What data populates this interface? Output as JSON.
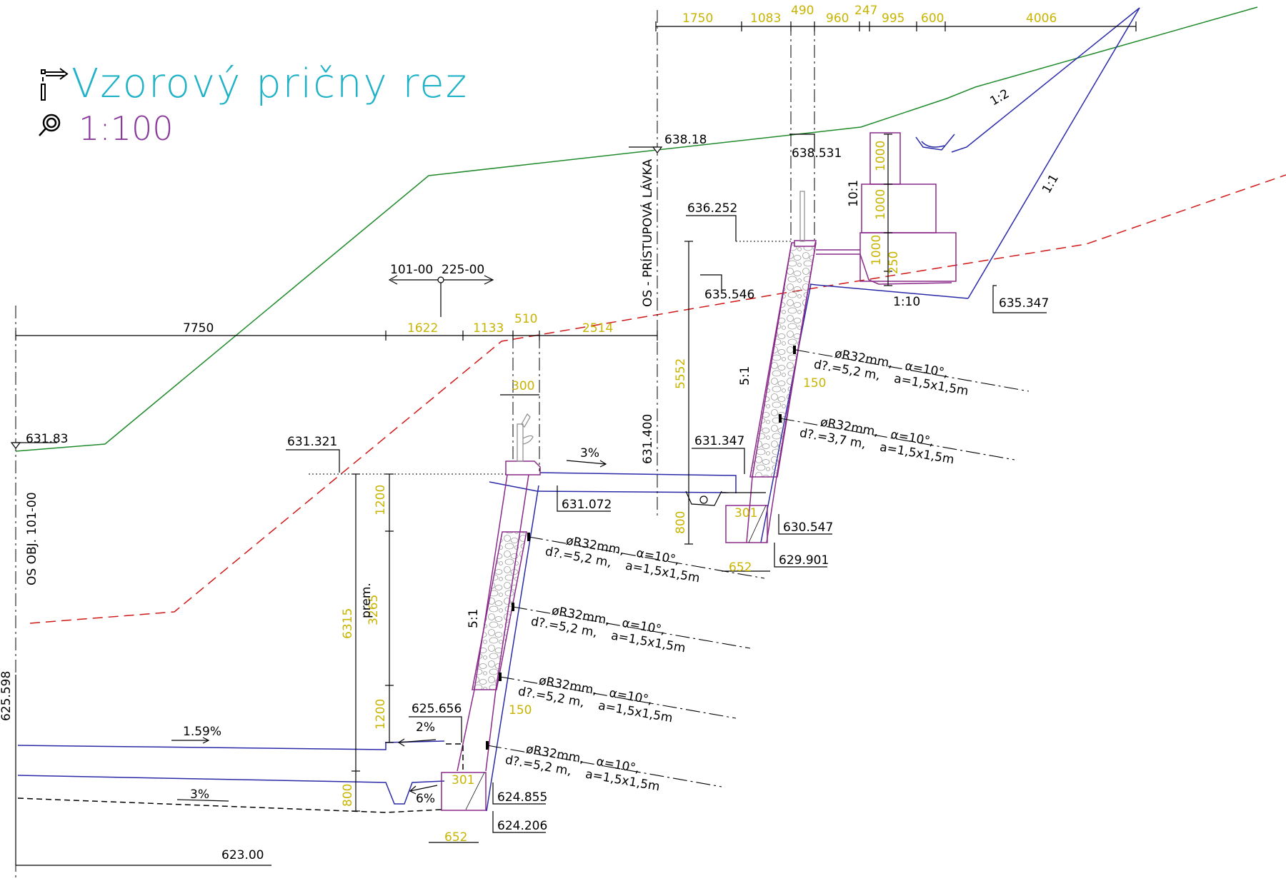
{
  "header": {
    "title": "Vzorový pričny rez",
    "scale": "1:100",
    "title_color": "#20b2c6",
    "scale_color": "#8a3a9a",
    "title_icon": "section-arrow-icon",
    "scale_icon": "magnifier-icon"
  },
  "colors": {
    "terrain_green": "#1f8a2a",
    "design_blue": "#2a2aa8",
    "structure_purple": "#8a2a8a",
    "rock_red": "#d01818",
    "dim_yellow": "#c8b400",
    "ink": "#000000"
  },
  "top_dims": [
    "1750",
    "1083",
    "490",
    "960",
    "247",
    "995",
    "600",
    "4006"
  ],
  "mid_dims": {
    "total": "7750",
    "parts": [
      "1622",
      "1133",
      "510",
      "2514"
    ],
    "small_300": "300"
  },
  "station_marker": {
    "left": "101-00",
    "right": "225-00"
  },
  "axis_labels": {
    "object_axis": "OS OBJ. 101-00",
    "walkway_axis": "OS - PRÍSTUPOVÁ LÁVKA"
  },
  "elevations": [
    "638.18",
    "638.531",
    "636.252",
    "635.546",
    "635.347",
    "631.83",
    "631.321",
    "631.347",
    "631.400",
    "631.072",
    "630.547",
    "629.901",
    "625.656",
    "625.598",
    "624.855",
    "624.206",
    "623.00"
  ],
  "vertical_dims": {
    "d5552": "5552",
    "d6315": "6315",
    "d1200a": "1200",
    "d3265": "3265",
    "prem": "prem.",
    "d1200b": "1200",
    "d800a": "800",
    "d800b": "800",
    "d1000a": "1000",
    "d1000b": "1000",
    "d1000c": "1000",
    "d250": "250"
  },
  "small_dims": {
    "d150a": "150",
    "d150b": "150",
    "d301a": "301",
    "d301b": "301",
    "d652a": "652",
    "d652b": "652"
  },
  "slopes": {
    "s1_2": "1:2",
    "s1_1": "1:1",
    "s10_1": "10:1",
    "s1_10": "1:10",
    "s5_1a": "5:1",
    "s5_1b": "5:1",
    "p3a": "3%",
    "p159": "1.59%",
    "p2": "2%",
    "p3b": "3%",
    "p6": "6%"
  },
  "anchors": [
    {
      "l1a": "øR32mm,",
      "l1b": "α=10°,",
      "l2a": "d?.=5,2  m,",
      "l2b": "a=1,5x1,5m"
    },
    {
      "l1a": "øR32mm,",
      "l1b": "α=10°,",
      "l2a": "d?.=3,7  m,",
      "l2b": "a=1,5x1,5m"
    },
    {
      "l1a": "øR32mm,",
      "l1b": "α=10°,",
      "l2a": "d?.=5,2  m,",
      "l2b": "a=1,5x1,5m"
    },
    {
      "l1a": "øR32mm,",
      "l1b": "α=10°,",
      "l2a": "d?.=5,2  m,",
      "l2b": "a=1,5x1,5m"
    },
    {
      "l1a": "øR32mm,",
      "l1b": "α=10°,",
      "l2a": "d?.=5,2  m,",
      "l2b": "a=1,5x1,5m"
    },
    {
      "l1a": "øR32mm,",
      "l1b": "α=10°,",
      "l2a": "d?.=5,2  m,",
      "l2b": "a=1,5x1,5m"
    }
  ]
}
